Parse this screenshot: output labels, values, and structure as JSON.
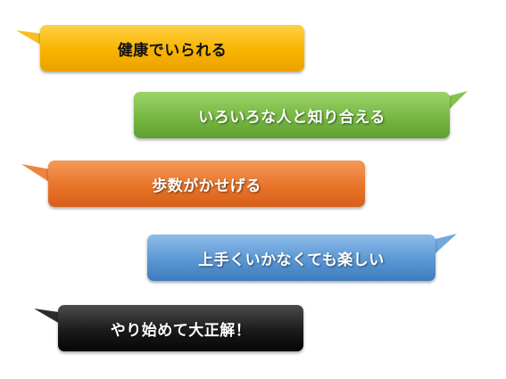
{
  "bubbles": [
    {
      "text": "健康でいられる",
      "color": "#f8b400"
    },
    {
      "text": "いろいろな人と知り合える",
      "color": "#77b843"
    },
    {
      "text": "歩数がかせげる",
      "color": "#e9742a"
    },
    {
      "text": "上手くいかなくても楽しい",
      "color": "#5b97d4"
    },
    {
      "text": "やり始めて大正解！",
      "color": "#1b1b1b"
    }
  ]
}
